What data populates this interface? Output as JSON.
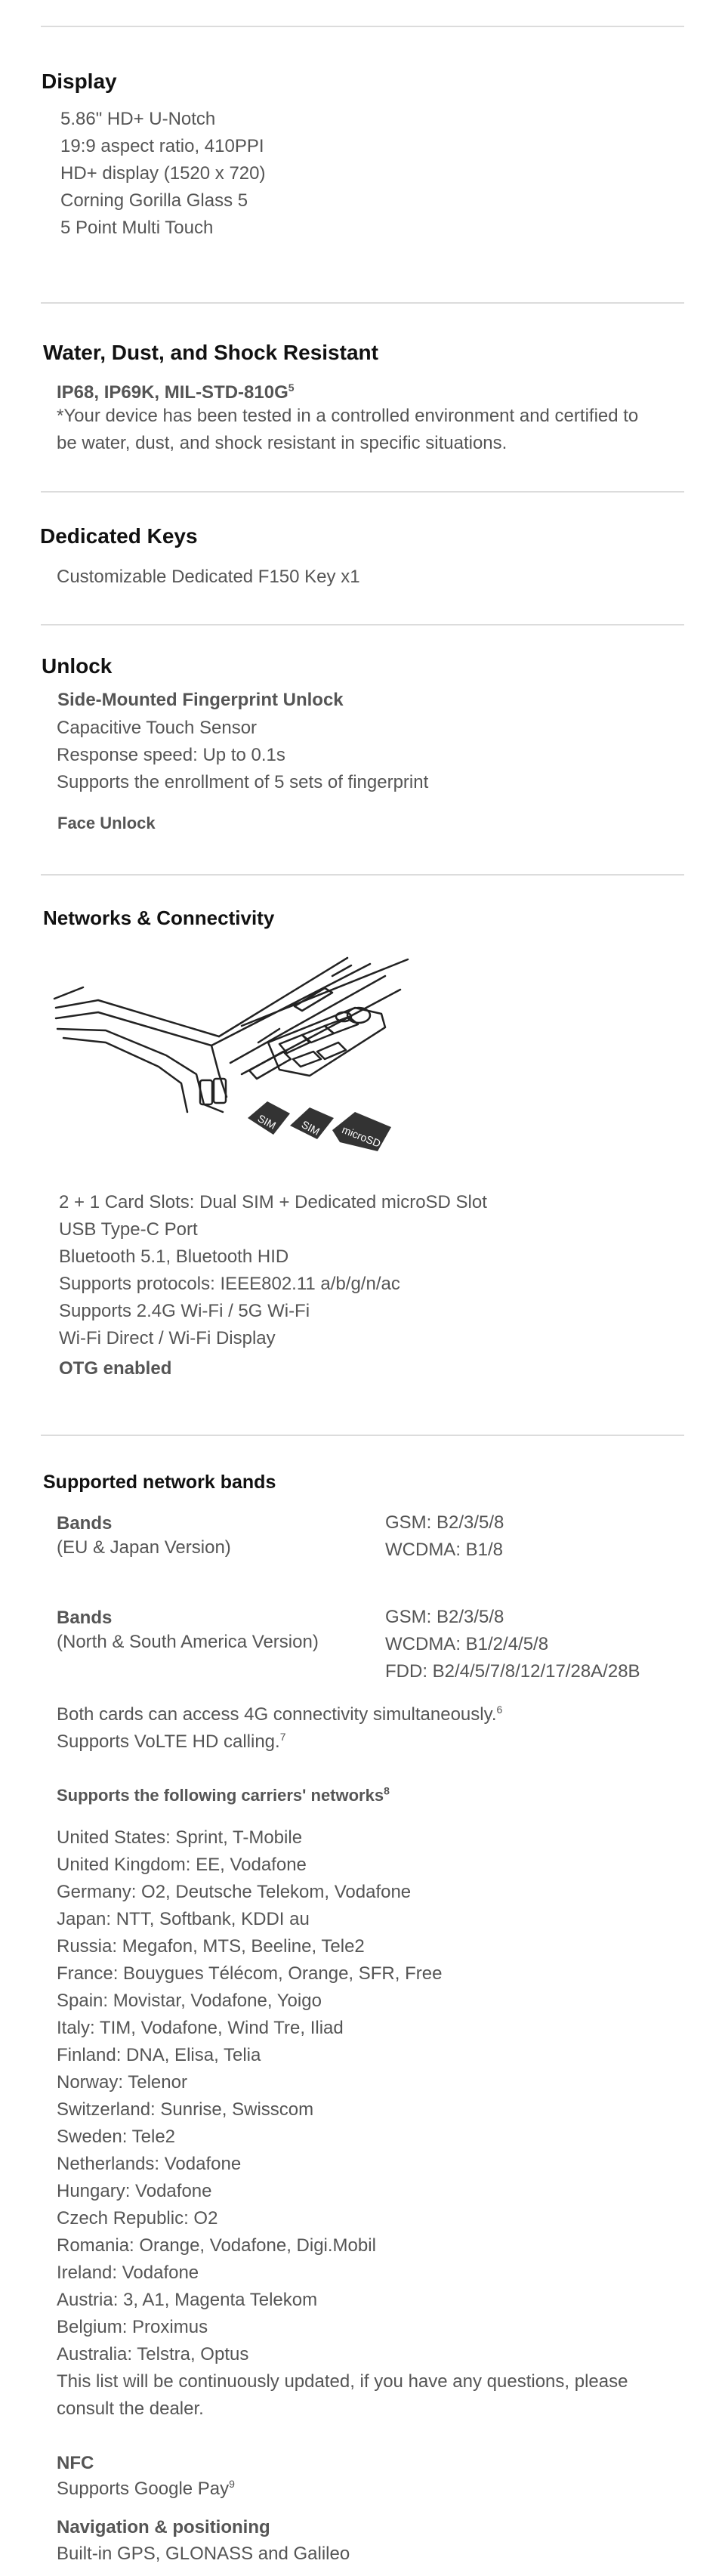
{
  "display": {
    "title": "Display",
    "items": [
      "5.86\" HD+ U-Notch",
      "19:9 aspect ratio, 410PPI",
      "HD+ display (1520 x 720)",
      "Corning Gorilla Glass 5",
      "5 Point Multi Touch"
    ]
  },
  "water": {
    "title": "Water, Dust, and Shock Resistant",
    "ratings": "IP68, IP69K, MIL-STD-810G",
    "ratings_note_mark": "5",
    "note_line1": "*Your device has been tested in a controlled environment and certified to",
    "note_line2": "be water, dust, and shock resistant in specific situations."
  },
  "keys": {
    "title": "Dedicated Keys",
    "item": "Customizable Dedicated F150 Key x1"
  },
  "unlock": {
    "title": "Unlock",
    "fingerprint_title": "Side-Mounted Fingerprint Unlock",
    "fingerprint_items": [
      "Capacitive Touch Sensor",
      "Response speed: Up to 0.1s",
      "Supports the enrollment of 5 sets of fingerprint"
    ],
    "face_title": "Face Unlock"
  },
  "networks": {
    "title": "Networks & Connectivity",
    "diagram": {
      "sim1": "SIM",
      "sim2": "SIM",
      "microsd": "microSD"
    },
    "items": [
      "2 + 1 Card Slots: Dual SIM + Dedicated microSD Slot",
      "USB Type-C Port",
      "Bluetooth 5.1, Bluetooth HID",
      "Supports protocols: IEEE802.11 a/b/g/n/ac",
      "Supports 2.4G Wi-Fi / 5G Wi-Fi",
      "Wi-Fi Direct / Wi-Fi Display"
    ],
    "otg": "OTG enabled"
  },
  "bands": {
    "title": "Supported network bands",
    "eu_label": "Bands",
    "eu_version": "(EU & Japan Version)",
    "eu_values": [
      "GSM: B2/3/5/8",
      "WCDMA: B1/8"
    ],
    "na_label": "Bands",
    "na_version": "(North & South America Version)",
    "na_values": [
      "GSM: B2/3/5/8",
      "WCDMA: B1/2/4/5/8",
      "FDD: B2/4/5/7/8/12/17/28A/28B"
    ],
    "note1": "Both cards can access 4G connectivity simultaneously.",
    "note1_mark": "6",
    "note2": "Supports VoLTE HD calling.",
    "note2_mark": "7",
    "carriers_title": "Supports the following carriers' networks",
    "carriers_mark": "8",
    "carriers": [
      "United States: Sprint, T-Mobile",
      "United Kingdom: EE, Vodafone",
      "Germany: O2, Deutsche Telekom, Vodafone",
      "Japan: NTT, Softbank, KDDI au",
      "Russia: Megafon, MTS, Beeline, Tele2",
      "France: Bouygues Télécom, Orange, SFR, Free",
      "Spain: Movistar, Vodafone, Yoigo",
      "Italy: TIM, Vodafone, Wind Tre, Iliad",
      "Finland: DNA, Elisa, Telia",
      "Norway: Telenor",
      "Switzerland: Sunrise, Swisscom",
      "Sweden: Tele2",
      "Netherlands: Vodafone",
      "Hungary: Vodafone",
      "Czech Republic: O2",
      "Romania: Orange, Vodafone, Digi.Mobil",
      "Ireland: Vodafone",
      "Austria: 3, A1, Magenta Telekom",
      "Belgium: Proximus",
      "Australia: Telstra, Optus"
    ],
    "list_note_line1": "This list will be continuously updated, if you have any questions, please",
    "list_note_line2": "consult the dealer."
  },
  "nfc": {
    "title": "NFC",
    "item": "Supports Google Pay",
    "item_mark": "9"
  },
  "navigation": {
    "title": "Navigation & positioning",
    "item": "Built-in GPS, GLONASS and Galileo"
  }
}
